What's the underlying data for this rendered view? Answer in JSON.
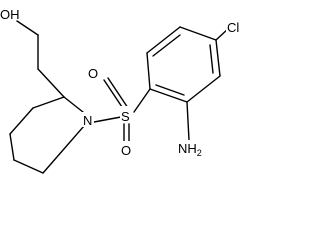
{
  "structure": {
    "atoms": {
      "oh": {
        "label": "OH"
      },
      "n": {
        "label": "N"
      },
      "s": {
        "label": "S"
      },
      "o_top": {
        "label": "O"
      },
      "o_bottom": {
        "label": "O"
      },
      "cl": {
        "label": "Cl"
      },
      "nh2": {
        "label": "NH",
        "subscript": "2"
      }
    }
  },
  "colors": {
    "bond": "#000000",
    "text": "#000000",
    "background": "#ffffff"
  }
}
